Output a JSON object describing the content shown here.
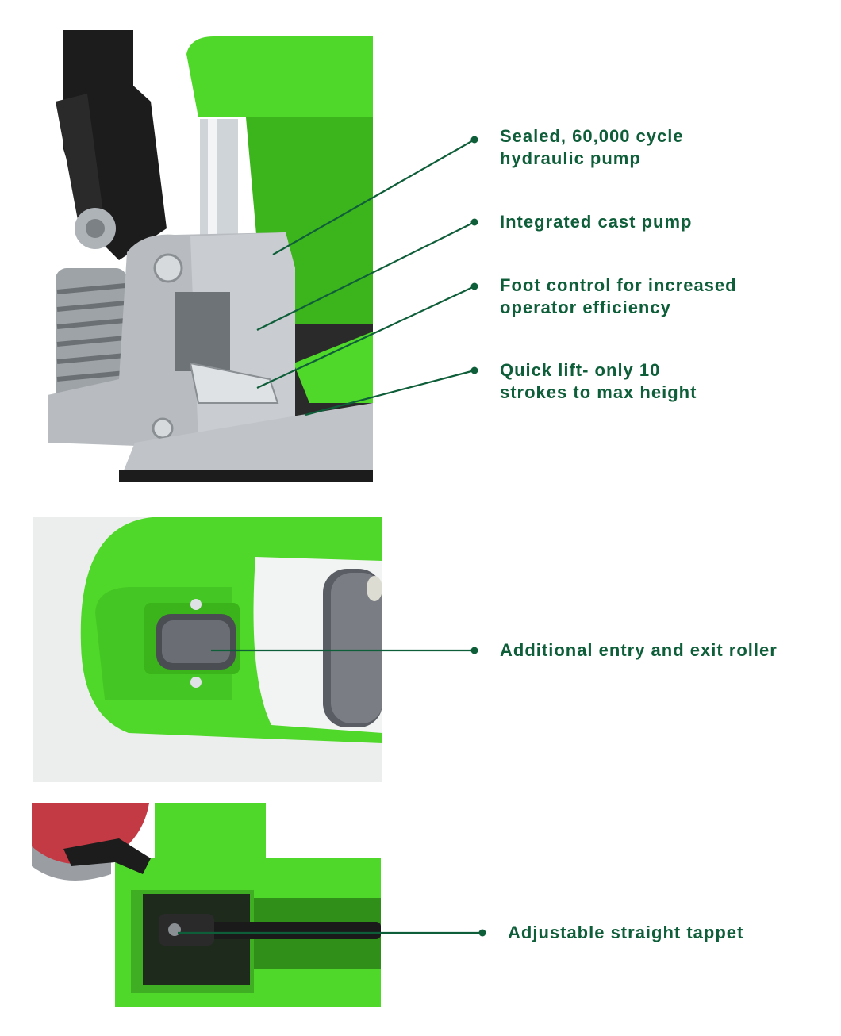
{
  "theme": {
    "callout_color": "#0f5e3a",
    "product_green": "#4fd829",
    "metal_silver": "#b8bcc0",
    "handle_black": "#1c1c1c"
  },
  "callouts": {
    "pump": {
      "lines": [
        "Sealed, 60,000 cycle",
        "hydraulic pump"
      ]
    },
    "cast_pump": {
      "lines": [
        "Integrated cast pump"
      ]
    },
    "foot_control": {
      "lines": [
        "Foot control for increased",
        "operator efficiency"
      ]
    },
    "quick_lift": {
      "lines": [
        "Quick lift- only 10",
        "strokes to max height"
      ]
    },
    "roller": {
      "lines": [
        "Additional entry and exit roller"
      ]
    },
    "tappet": {
      "lines": [
        "Adjustable straight tappet"
      ]
    }
  }
}
